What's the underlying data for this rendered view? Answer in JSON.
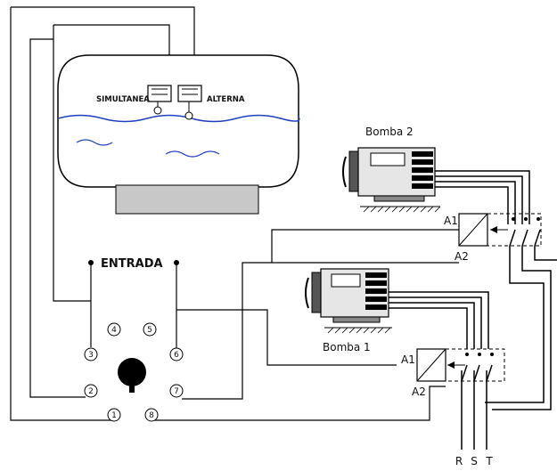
{
  "tank": {
    "float_left_label": "SIMULTANEA",
    "float_right_label": "ALTERNA"
  },
  "inlet_label": "ENTRADA",
  "pumps": [
    {
      "label": "Bomba 2"
    },
    {
      "label": "Bomba 1"
    }
  ],
  "contactors": [
    {
      "a1": "A1",
      "a2": "A2"
    },
    {
      "a1": "A1",
      "a2": "A2"
    }
  ],
  "terminals": [
    "1",
    "2",
    "3",
    "4",
    "5",
    "6",
    "7",
    "8"
  ],
  "phases": [
    "R",
    "S",
    "T"
  ],
  "colors": {
    "water": "#1f3fbf",
    "base": "#c8c8c8",
    "line": "#000000"
  }
}
